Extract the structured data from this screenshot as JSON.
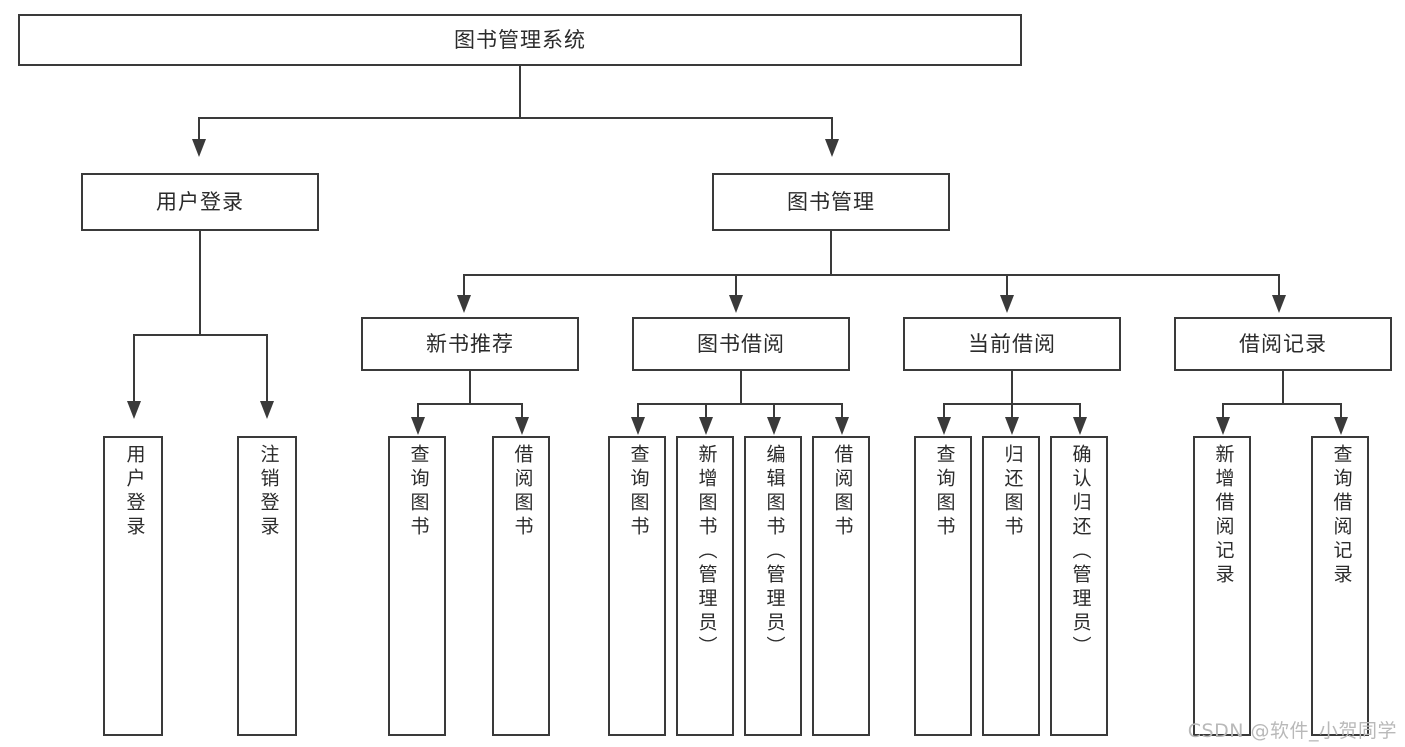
{
  "diagram": {
    "title": "图书管理系统",
    "type": "tree-hierarchy-diagram",
    "watermark": "CSDN @软件_小贺同学",
    "colors": {
      "stroke": "#3a3a3a",
      "text": "#2b2b2b",
      "background": "#ffffff",
      "watermark": "#b9b9b9"
    }
  },
  "nodes": {
    "root": {
      "label": "图书管理系统"
    },
    "level1": [
      {
        "label": "用户登录"
      },
      {
        "label": "图书管理"
      }
    ],
    "level2": [
      {
        "label": "新书推荐"
      },
      {
        "label": "图书借阅"
      },
      {
        "label": "当前借阅"
      },
      {
        "label": "借阅记录"
      }
    ],
    "leaves": {
      "user_login": [
        {
          "label": "用户登录"
        },
        {
          "label": "注销登录"
        }
      ],
      "new_book": [
        {
          "label": "查询图书"
        },
        {
          "label": "借阅图书"
        }
      ],
      "book_borrow": [
        {
          "label": "查询图书"
        },
        {
          "label": "新增图书（管理员）"
        },
        {
          "label": "编辑图书（管理员）"
        },
        {
          "label": "借阅图书"
        }
      ],
      "current_borrow": [
        {
          "label": "查询图书"
        },
        {
          "label": "归还图书"
        },
        {
          "label": "确认归还（管理员）"
        }
      ],
      "borrow_record": [
        {
          "label": "新增借阅记录"
        },
        {
          "label": "查询借阅记录"
        }
      ]
    }
  }
}
